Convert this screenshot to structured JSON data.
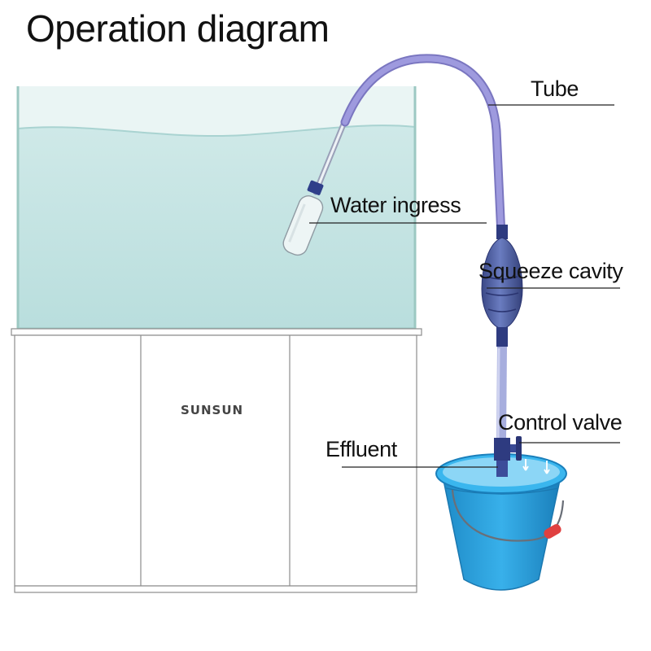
{
  "title": "Operation diagram",
  "brand": "SUNSUN",
  "labels": {
    "tube": "Tube",
    "water_ingress": "Water ingress",
    "squeeze_cavity": "Squeeze cavity",
    "control_valve": "Control valve",
    "effluent": "Effluent"
  },
  "colors": {
    "water": "#bfe2e2",
    "tank_frame": "#9cc8c2",
    "tube": "#8a86d0",
    "bulb": "#4a5aa0",
    "bucket": "#2aa0dc",
    "handle_grip": "#e04040"
  }
}
